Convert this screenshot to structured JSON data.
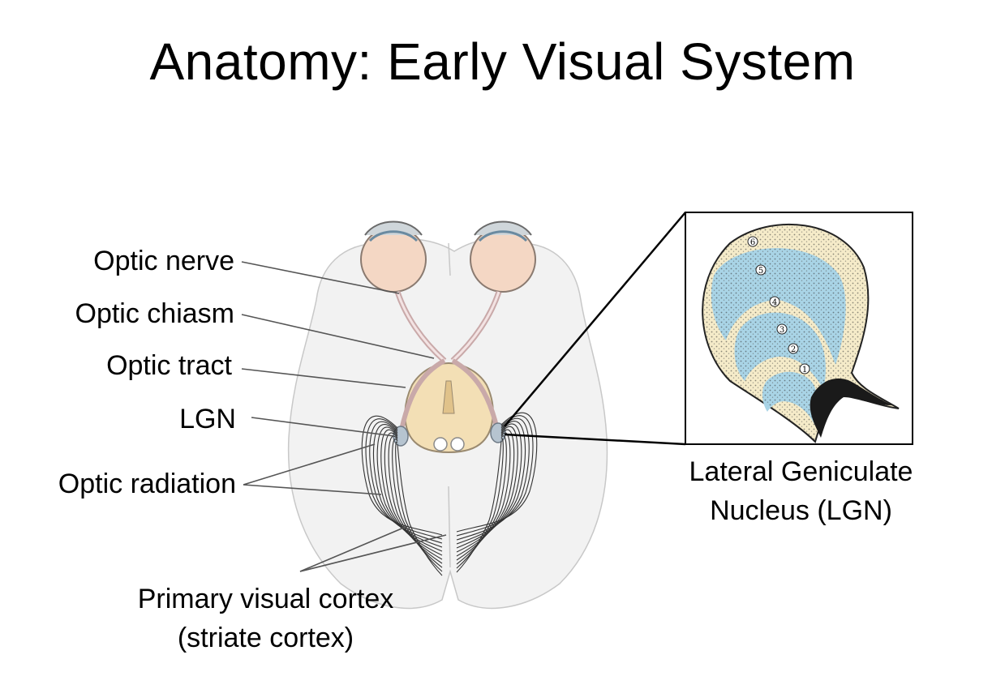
{
  "title": "Anatomy: Early Visual System",
  "labels": {
    "optic_nerve": "Optic nerve",
    "optic_chiasm": "Optic chiasm",
    "optic_tract": "Optic tract",
    "lgn": "LGN",
    "optic_radiation": "Optic radiation",
    "primary_visual_cortex_line1": "Primary visual cortex",
    "primary_visual_cortex_line2": "(striate cortex)",
    "lgn_full_line1": "Lateral Geniculate",
    "lgn_full_line2": "Nucleus (LGN)"
  },
  "lgn_layers": [
    "1",
    "2",
    "3",
    "4",
    "5",
    "6"
  ],
  "colors": {
    "brain": "#f2f2f2",
    "eye": "#f4d7c4",
    "midbrain": "#f3dfb5",
    "lgn_parvo": "#f5ebc9",
    "lgn_magno": "#a9d4e6",
    "leader_line": "#555555"
  }
}
